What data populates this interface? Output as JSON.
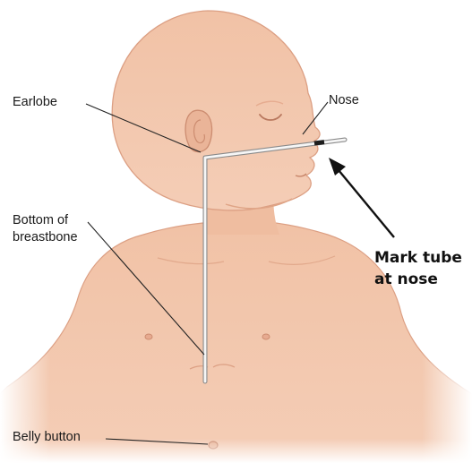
{
  "labels": {
    "earlobe": "Earlobe",
    "nose": "Nose",
    "bottom_of_breastbone": [
      "Bottom of",
      "breastbone"
    ],
    "belly_button": "Belly button",
    "mark_tube_at_nose": [
      "Mark tube",
      "at nose"
    ]
  },
  "colors": {
    "skin": "#f2c4a8",
    "skin_shadow": "#e3a98c",
    "skin_outline": "#d9987a",
    "tube": "#f4f4f4",
    "tube_outline": "#8a8a8a",
    "tube_tip": "#222222",
    "leader_line": "#222222",
    "arrow": "#111111"
  }
}
